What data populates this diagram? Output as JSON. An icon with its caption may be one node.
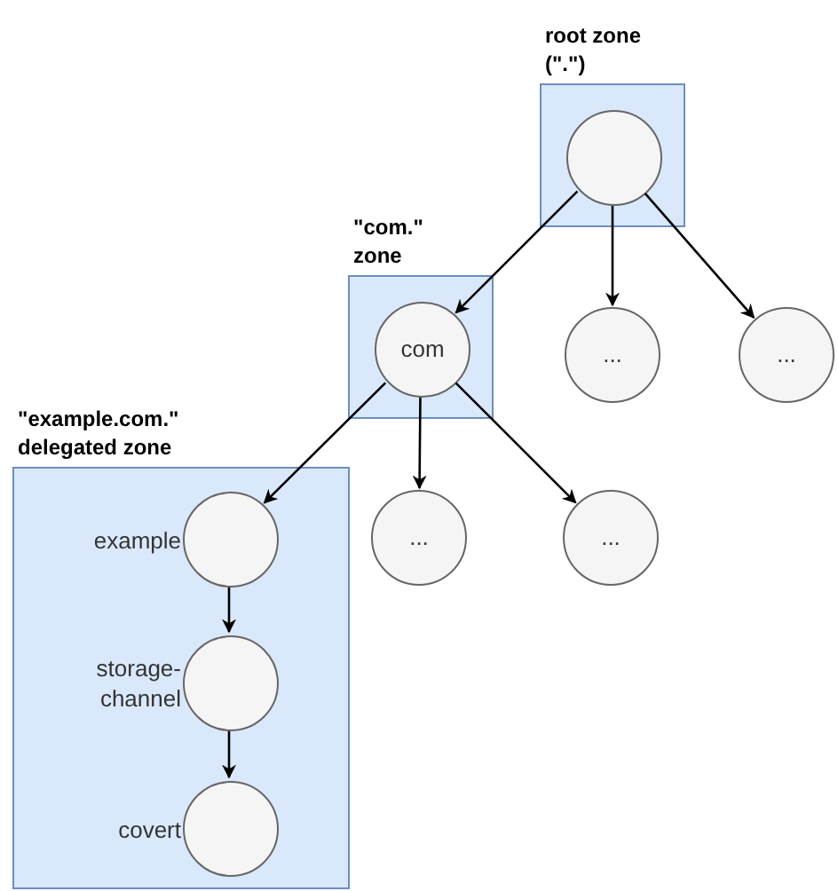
{
  "diagram": {
    "nodes": [
      {
        "text": [
          "root zone (\".\")"
        ]
      },
      {
        "text": [],
        "shape": "circle",
        "in": 0
      },
      {
        "text": [
          "\"com.\" zone"
        ]
      },
      {
        "text": [
          "com"
        ],
        "in": 2
      },
      {
        "text": [
          "..."
        ]
      },
      {
        "text": [
          "..."
        ]
      },
      {
        "text": [
          "\"example.com.\" delegated zone"
        ]
      },
      {
        "text": [],
        "shape": "circle",
        "in": 6,
        "beside": [
          "example"
        ]
      },
      {
        "text": [
          "..."
        ]
      },
      {
        "text": [
          "..."
        ]
      },
      {
        "text": [],
        "shape": "circle",
        "in": 6,
        "beside": [
          "storage-channel"
        ]
      },
      {
        "text": [],
        "shape": "circle",
        "in": 6,
        "beside": [
          "covert"
        ]
      }
    ],
    "edges": [
      {
        "from": 1,
        "to": 3,
        "arrow": "to"
      },
      {
        "from": 1,
        "to": 4,
        "arrow": "to"
      },
      {
        "from": 1,
        "to": 5,
        "arrow": "to"
      },
      {
        "from": 3,
        "to": 7,
        "arrow": "to"
      },
      {
        "from": 3,
        "to": 8,
        "arrow": "to"
      },
      {
        "from": 3,
        "to": 9,
        "arrow": "to"
      },
      {
        "from": 7,
        "to": 10,
        "arrow": "to"
      },
      {
        "from": 10,
        "to": 11,
        "arrow": "to"
      }
    ]
  }
}
